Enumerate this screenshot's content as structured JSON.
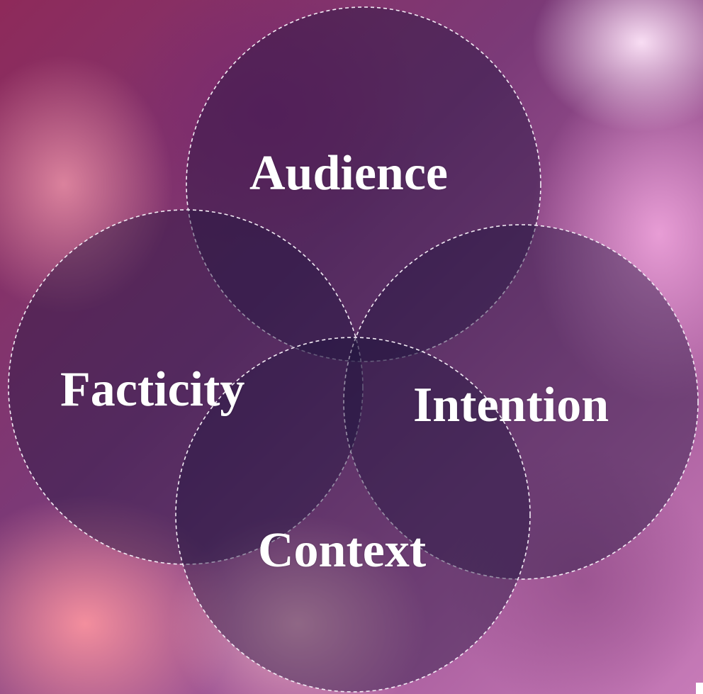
{
  "diagram": {
    "type": "venn",
    "circles": [
      {
        "id": "audience",
        "label": "Audience"
      },
      {
        "id": "facticity",
        "label": "Facticity"
      },
      {
        "id": "intention",
        "label": "Intention"
      },
      {
        "id": "context",
        "label": "Context"
      }
    ]
  },
  "colors": {
    "circle_fill": "#1c143c",
    "circle_stroke": "#f3ecf5",
    "label_text": "#ffffff",
    "background_primary": "#7b3a78",
    "background_accent": "#f0a0c8"
  }
}
